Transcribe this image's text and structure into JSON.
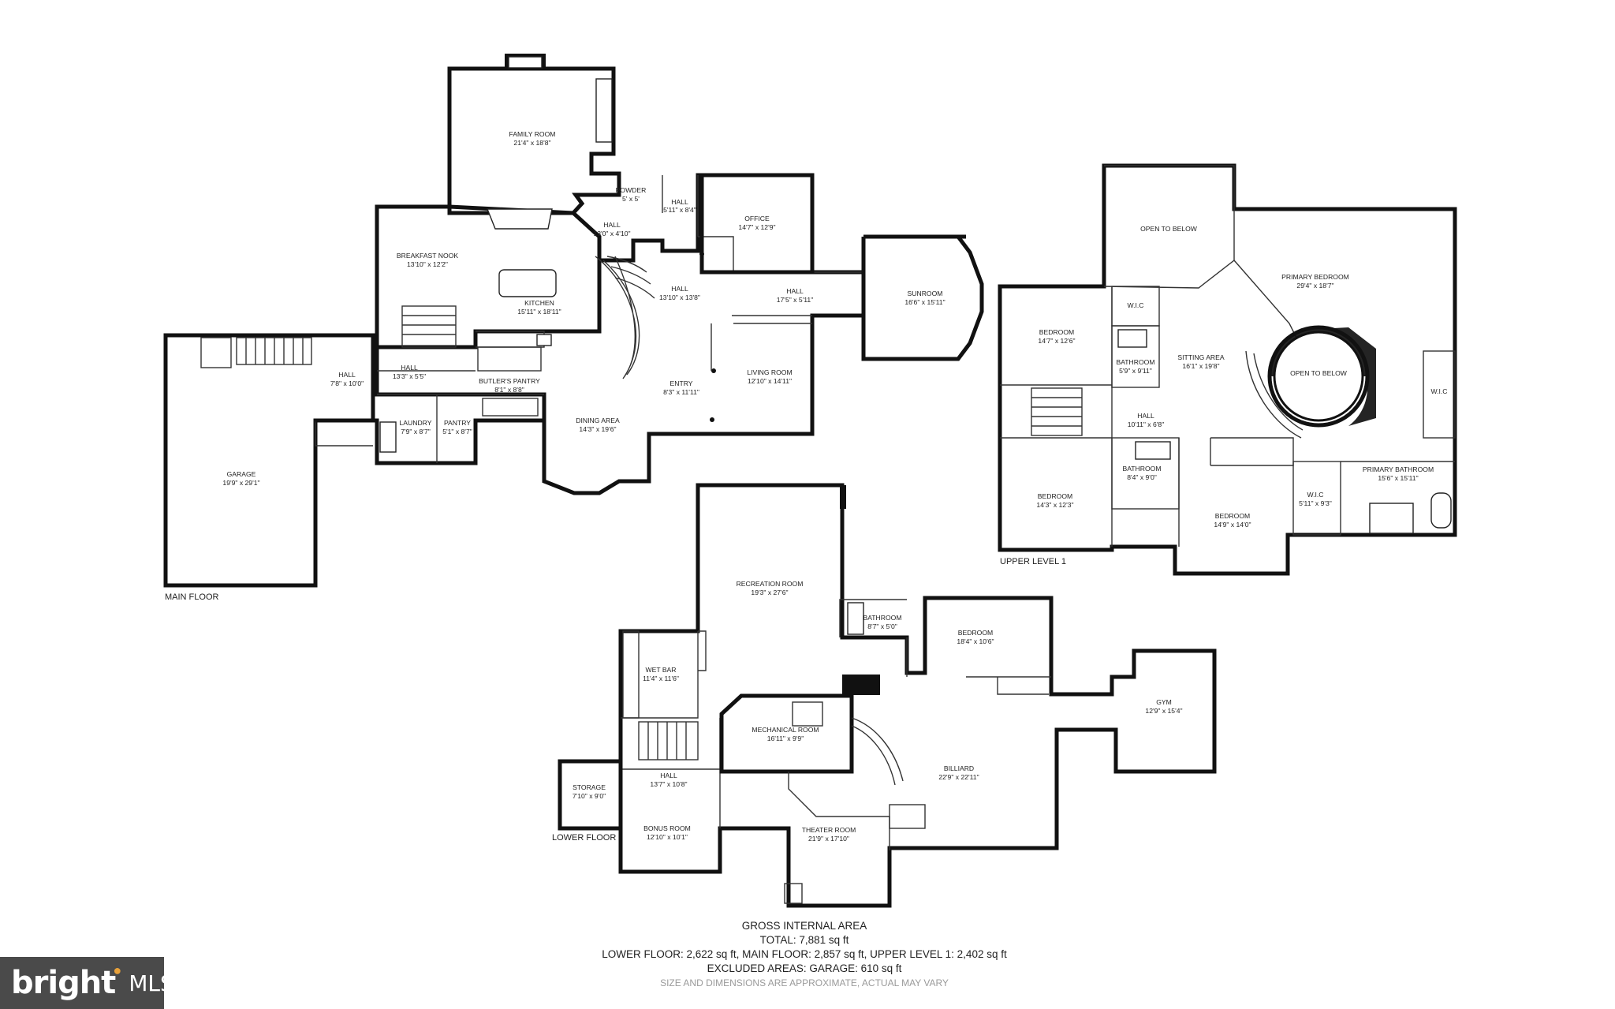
{
  "floor_labels": {
    "main": "MAIN FLOOR",
    "upper": "UPPER LEVEL 1",
    "lower": "LOWER FLOOR"
  },
  "rooms": {
    "main": [
      {
        "name": "FAMILY ROOM",
        "dim": "21'4\" x 18'8\""
      },
      {
        "name": "POWDER",
        "dim": "5' x 5'"
      },
      {
        "name": "HALL",
        "dim": "5'11\" x 8'4\""
      },
      {
        "name": "OFFICE",
        "dim": "14'7\" x 12'9\""
      },
      {
        "name": "HALL",
        "dim": "13'0\" x 4'10\""
      },
      {
        "name": "BREAKFAST NOOK",
        "dim": "13'10\" x 12'2\""
      },
      {
        "name": "HALL",
        "dim": "13'10\" x 13'8\""
      },
      {
        "name": "HALL",
        "dim": "17'5\" x 5'11\""
      },
      {
        "name": "SUNROOM",
        "dim": "16'6\" x 15'11\""
      },
      {
        "name": "KITCHEN",
        "dim": "15'11\" x 18'11\""
      },
      {
        "name": "HALL",
        "dim": "7'8\" x 10'0\""
      },
      {
        "name": "HALL",
        "dim": "13'3\" x 5'5\""
      },
      {
        "name": "BUTLER'S PANTRY",
        "dim": "8'1\" x 8'8\""
      },
      {
        "name": "LIVING ROOM",
        "dim": "12'10\" x 14'11\""
      },
      {
        "name": "ENTRY",
        "dim": "8'3\" x 11'11\""
      },
      {
        "name": "LAUNDRY",
        "dim": "7'9\" x 8'7\""
      },
      {
        "name": "PANTRY",
        "dim": "5'1\" x 8'7\""
      },
      {
        "name": "DINING AREA",
        "dim": "14'3\" x 19'6\""
      },
      {
        "name": "GARAGE",
        "dim": "19'9\" x 29'1\""
      }
    ],
    "upper": [
      {
        "name": "OPEN TO BELOW",
        "dim": ""
      },
      {
        "name": "PRIMARY BEDROOM",
        "dim": "29'4\" x 18'7\""
      },
      {
        "name": "BEDROOM",
        "dim": "14'7\" x 12'6\""
      },
      {
        "name": "W.I.C",
        "dim": ""
      },
      {
        "name": "BATHROOM",
        "dim": "5'9\" x 9'11\""
      },
      {
        "name": "SITTING AREA",
        "dim": "16'1\" x 19'8\""
      },
      {
        "name": "OPEN TO BELOW",
        "dim": ""
      },
      {
        "name": "W.I.C",
        "dim": ""
      },
      {
        "name": "HALL",
        "dim": "10'11\" x 6'8\""
      },
      {
        "name": "BATHROOM",
        "dim": "8'4\" x 9'0\""
      },
      {
        "name": "PRIMARY BATHROOM",
        "dim": "15'6\" x 15'11\""
      },
      {
        "name": "BEDROOM",
        "dim": "14'3\" x 12'3\""
      },
      {
        "name": "W.I.C",
        "dim": "5'11\" x 9'3\""
      },
      {
        "name": "BEDROOM",
        "dim": "14'9\" x 14'0\""
      }
    ],
    "lower": [
      {
        "name": "RECREATION ROOM",
        "dim": "19'3\" x 27'6\""
      },
      {
        "name": "BATHROOM",
        "dim": "8'7\" x 5'0\""
      },
      {
        "name": "BEDROOM",
        "dim": "18'4\" x 10'6\""
      },
      {
        "name": "WET BAR",
        "dim": "11'4\" x 11'6\""
      },
      {
        "name": "GYM",
        "dim": "12'9\" x 15'4\""
      },
      {
        "name": "MECHANICAL ROOM",
        "dim": "16'11\" x 9'9\""
      },
      {
        "name": "BILLIARD",
        "dim": "22'9\" x 22'11\""
      },
      {
        "name": "STORAGE",
        "dim": "7'10\" x 9'0\""
      },
      {
        "name": "HALL",
        "dim": "13'7\" x 10'8\""
      },
      {
        "name": "BONUS ROOM",
        "dim": "12'10\" x 10'1\""
      },
      {
        "name": "THEATER ROOM",
        "dim": "21'9\" x 17'10\""
      }
    ]
  },
  "gross_internal_area": {
    "heading": "GROSS INTERNAL AREA",
    "total": "TOTAL: 7,881 sq ft",
    "breakdown": "LOWER FLOOR: 2,622 sq ft, MAIN FLOOR: 2,857 sq ft, UPPER LEVEL 1: 2,402 sq ft",
    "excluded": "EXCLUDED AREAS: GARAGE: 610 sq ft",
    "disclaimer": "SIZE AND DIMENSIONS ARE APPROXIMATE, ACTUAL MAY VARY"
  },
  "logo": {
    "brand": "bright",
    "suffix": "MLS"
  }
}
